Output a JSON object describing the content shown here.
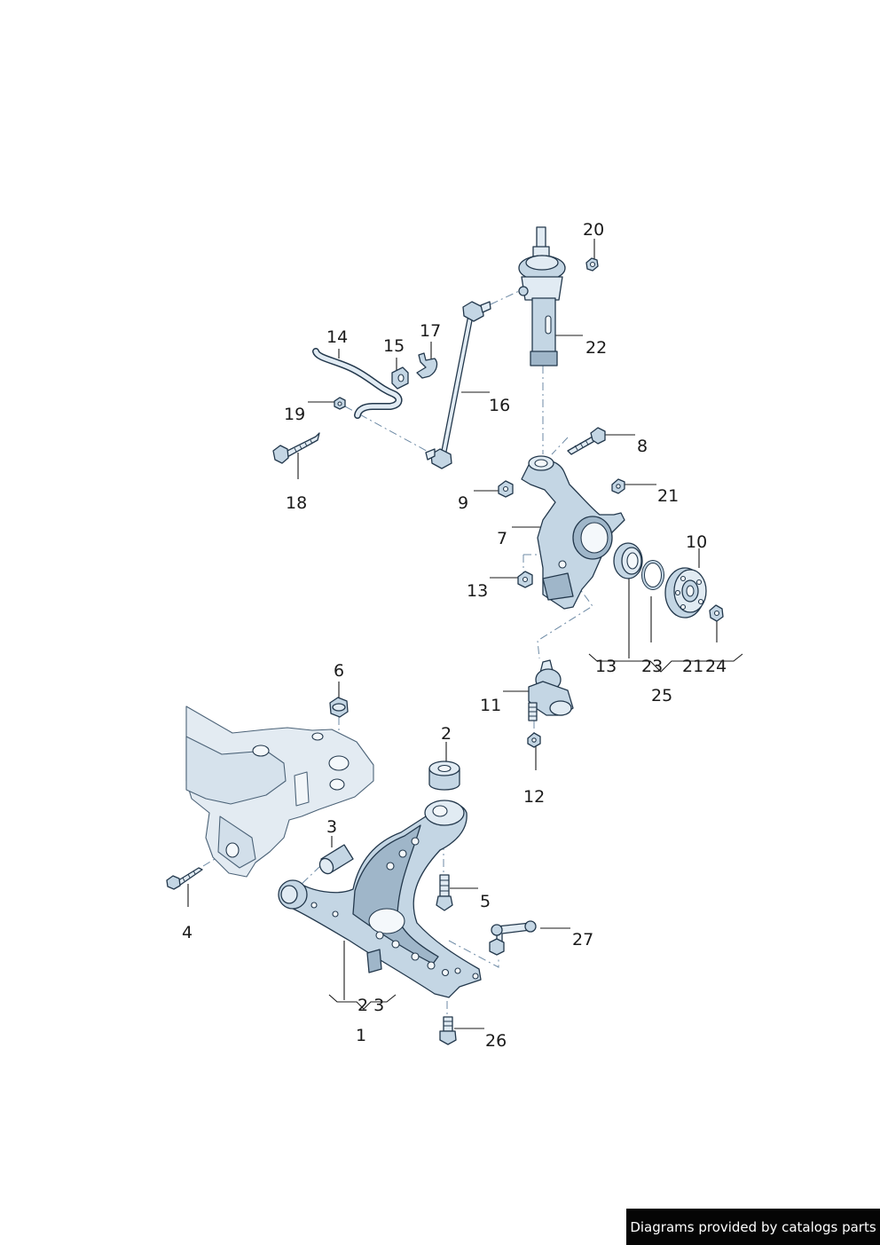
{
  "diagram": {
    "callouts": [
      {
        "id": "1",
        "text": "1"
      },
      {
        "id": "2",
        "text": "2"
      },
      {
        "id": "3",
        "text": "3"
      },
      {
        "id": "4",
        "text": "4"
      },
      {
        "id": "5",
        "text": "5"
      },
      {
        "id": "6",
        "text": "6"
      },
      {
        "id": "7",
        "text": "7"
      },
      {
        "id": "8",
        "text": "8"
      },
      {
        "id": "9",
        "text": "9"
      },
      {
        "id": "10",
        "text": "10"
      },
      {
        "id": "11",
        "text": "11"
      },
      {
        "id": "12",
        "text": "12"
      },
      {
        "id": "13a",
        "text": "13"
      },
      {
        "id": "13b",
        "text": "13"
      },
      {
        "id": "14",
        "text": "14"
      },
      {
        "id": "15",
        "text": "15"
      },
      {
        "id": "16",
        "text": "16"
      },
      {
        "id": "17",
        "text": "17"
      },
      {
        "id": "18",
        "text": "18"
      },
      {
        "id": "19",
        "text": "19"
      },
      {
        "id": "20",
        "text": "20"
      },
      {
        "id": "21a",
        "text": "21"
      },
      {
        "id": "21b",
        "text": "21"
      },
      {
        "id": "22",
        "text": "22"
      },
      {
        "id": "23",
        "text": "23"
      },
      {
        "id": "24",
        "text": "24"
      },
      {
        "id": "25",
        "text": "25"
      },
      {
        "id": "26",
        "text": "26"
      },
      {
        "id": "27",
        "text": "27"
      },
      {
        "id": "g1",
        "text": "2 3"
      }
    ]
  },
  "footer": {
    "credit": "Diagrams provided by catalogs parts"
  }
}
